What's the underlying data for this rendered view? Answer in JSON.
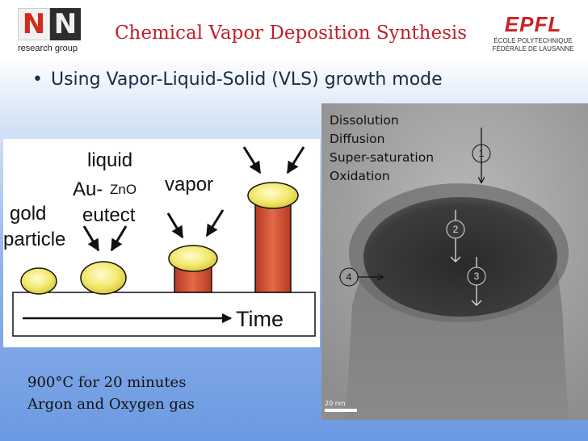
{
  "header": {
    "title": "Chemical Vapor Deposition Synthesis",
    "nn_logo": {
      "letters": [
        "N",
        "N"
      ],
      "subtitle": "research group"
    },
    "epfl_logo": {
      "mark": "EPFL",
      "line1": "ÉCOLE POLYTECHNIQUE",
      "line2": "FÉDÉRALE DE LAUSANNE"
    }
  },
  "bullet": {
    "marker": "•",
    "text": "Using Vapor-Liquid-Solid (VLS) growth mode"
  },
  "schematic": {
    "labels": {
      "liquid": "liquid",
      "au": "Au-",
      "zno": "ZnO",
      "eutect": "eutect",
      "vapor": "vapor",
      "gold": "gold",
      "particle": "particle",
      "time": "Time"
    }
  },
  "tem": {
    "steps": [
      "Dissolution",
      "Diffusion",
      "Super-saturation",
      "Oxidation"
    ],
    "markers": [
      "1",
      "2",
      "3",
      "4"
    ],
    "scale_bar": "20 nm"
  },
  "conditions": [
    "900°C for 20 minutes",
    "Argon and Oxygen gas"
  ],
  "colors": {
    "title": "#c0202a",
    "bullet": "#1c2b4a",
    "nanowire": "#d9603f",
    "droplet": "#f2ea74"
  }
}
